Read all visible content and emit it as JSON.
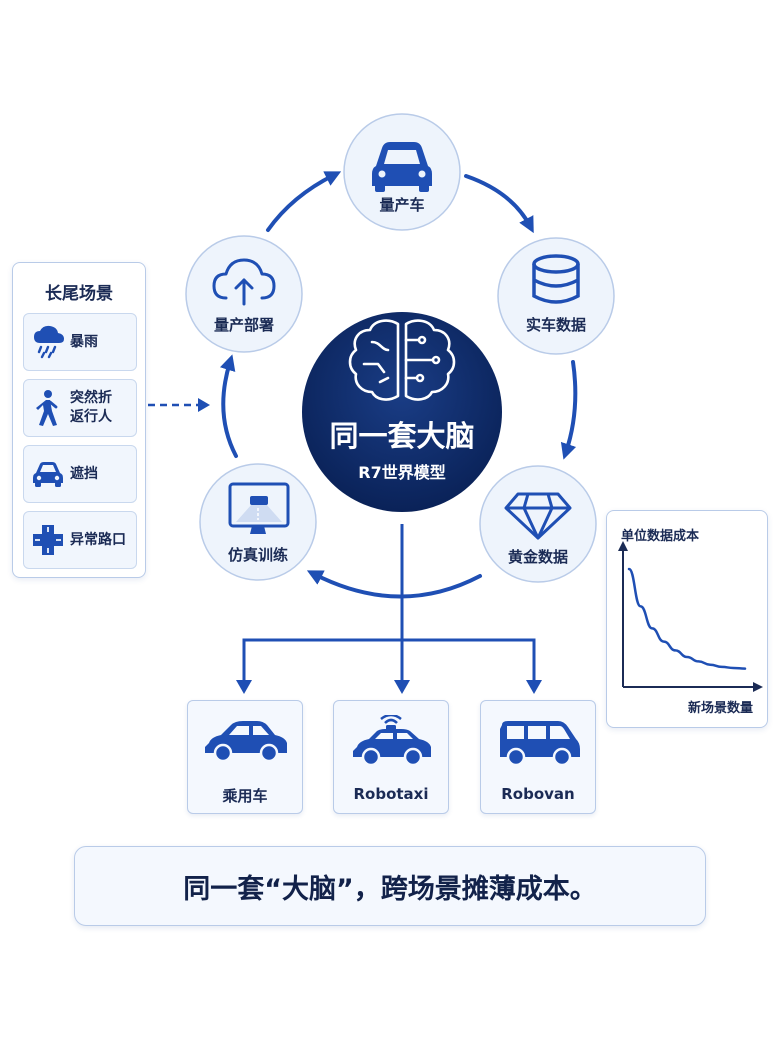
{
  "core": {
    "title": "同一套大脑",
    "subtitle": "R7世界模型"
  },
  "cycle_nodes": [
    {
      "label": "量产车",
      "icon": "car-icon"
    },
    {
      "label": "实车数据",
      "icon": "database-icon"
    },
    {
      "label": "黄金数据",
      "icon": "diamond-icon"
    },
    {
      "label": "仿真训练",
      "icon": "simulation-monitor-icon"
    },
    {
      "label": "量产部署",
      "icon": "cloud-upload-icon"
    }
  ],
  "long_tail": {
    "title": "长尾场景",
    "items": [
      {
        "label": "暴雨",
        "icon": "rain-cloud-icon"
      },
      {
        "label_line1": "突然折",
        "label_line2": "返行人",
        "icon": "pedestrian-icon"
      },
      {
        "label": "遮挡",
        "icon": "car-icon"
      },
      {
        "label": "异常路口",
        "icon": "intersection-icon"
      }
    ]
  },
  "vehicles": [
    {
      "label": "乘用车",
      "icon": "sedan-icon"
    },
    {
      "label": "Robotaxi",
      "icon": "robotaxi-icon"
    },
    {
      "label": "Robovan",
      "icon": "van-icon"
    }
  ],
  "cost_chart": {
    "ylabel": "单位数据成本",
    "xlabel": "新场景数量"
  },
  "chart_data": {
    "type": "line",
    "title": "",
    "xlabel": "新场景数量",
    "ylabel": "单位数据成本",
    "series": [
      {
        "x": [
          0,
          1,
          2,
          3,
          4,
          5,
          6,
          7,
          8,
          9,
          10
        ],
        "y": [
          10,
          6.6,
          4.6,
          3.4,
          2.6,
          2.0,
          1.6,
          1.3,
          1.1,
          1.0,
          0.95
        ]
      }
    ]
  },
  "tagline": "同一套“大脑”，跨场景摊薄成本。",
  "colors": {
    "primary": "#1f4fb4",
    "core_fill": "#0c2a66",
    "node_fill": "#eef4fc",
    "border": "#b9cbe8"
  }
}
